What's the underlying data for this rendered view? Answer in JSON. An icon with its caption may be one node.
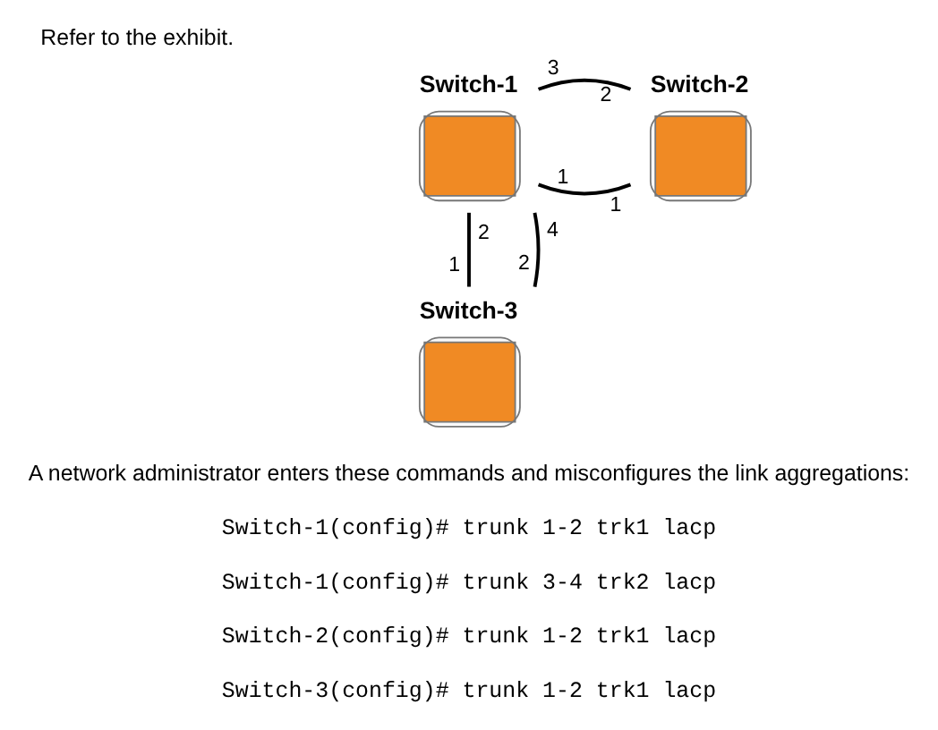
{
  "diagram": {
    "title": "Refer to the exhibit.",
    "nodes": [
      {
        "text": [
          "Switch-1"
        ]
      },
      {
        "text": [
          "Switch-2"
        ]
      },
      {
        "text": [
          "Switch-3"
        ]
      }
    ],
    "edges": [
      {
        "from": 0,
        "to": 1,
        "arrow": "none"
      },
      {
        "from": 0,
        "to": 1,
        "arrow": "none"
      },
      {
        "from": 0,
        "to": 2,
        "arrow": "none"
      },
      {
        "from": 0,
        "to": 2,
        "arrow": "none"
      }
    ],
    "labels": [
      "1",
      "1",
      "3",
      "2",
      "2",
      "4",
      "1",
      "2",
      "A network administrator enters these commands and misconfigures the link aggregations:",
      "Switch-1(config)# trunk 1-2 trk1 lacp",
      "Switch-1(config)# trunk 3-4 trk2 lacp",
      "Switch-2(config)# trunk 1-2 trk1 lacp",
      "Switch-3(config)# trunk 1-2 trk1 lacp"
    ]
  }
}
